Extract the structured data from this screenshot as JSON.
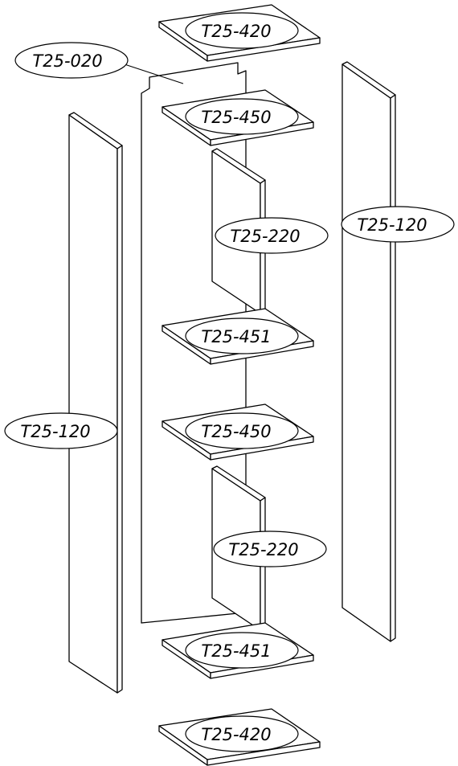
{
  "parts": [
    {
      "id": "top_panel",
      "label": "T25-420"
    },
    {
      "id": "back_panel",
      "label": "T25-020"
    },
    {
      "id": "shelf_1",
      "label": "T25-450"
    },
    {
      "id": "right_side",
      "label": "T25-120"
    },
    {
      "id": "divider_upper",
      "label": "T25-220"
    },
    {
      "id": "shelf_2",
      "label": "T25-451"
    },
    {
      "id": "left_side",
      "label": "T25-120"
    },
    {
      "id": "shelf_3",
      "label": "T25-450"
    },
    {
      "id": "divider_lower",
      "label": "T25-220"
    },
    {
      "id": "shelf_4",
      "label": "T25-451"
    },
    {
      "id": "bottom_panel",
      "label": "T25-420"
    }
  ],
  "colors": {
    "line": "#000000",
    "background": "#ffffff"
  }
}
